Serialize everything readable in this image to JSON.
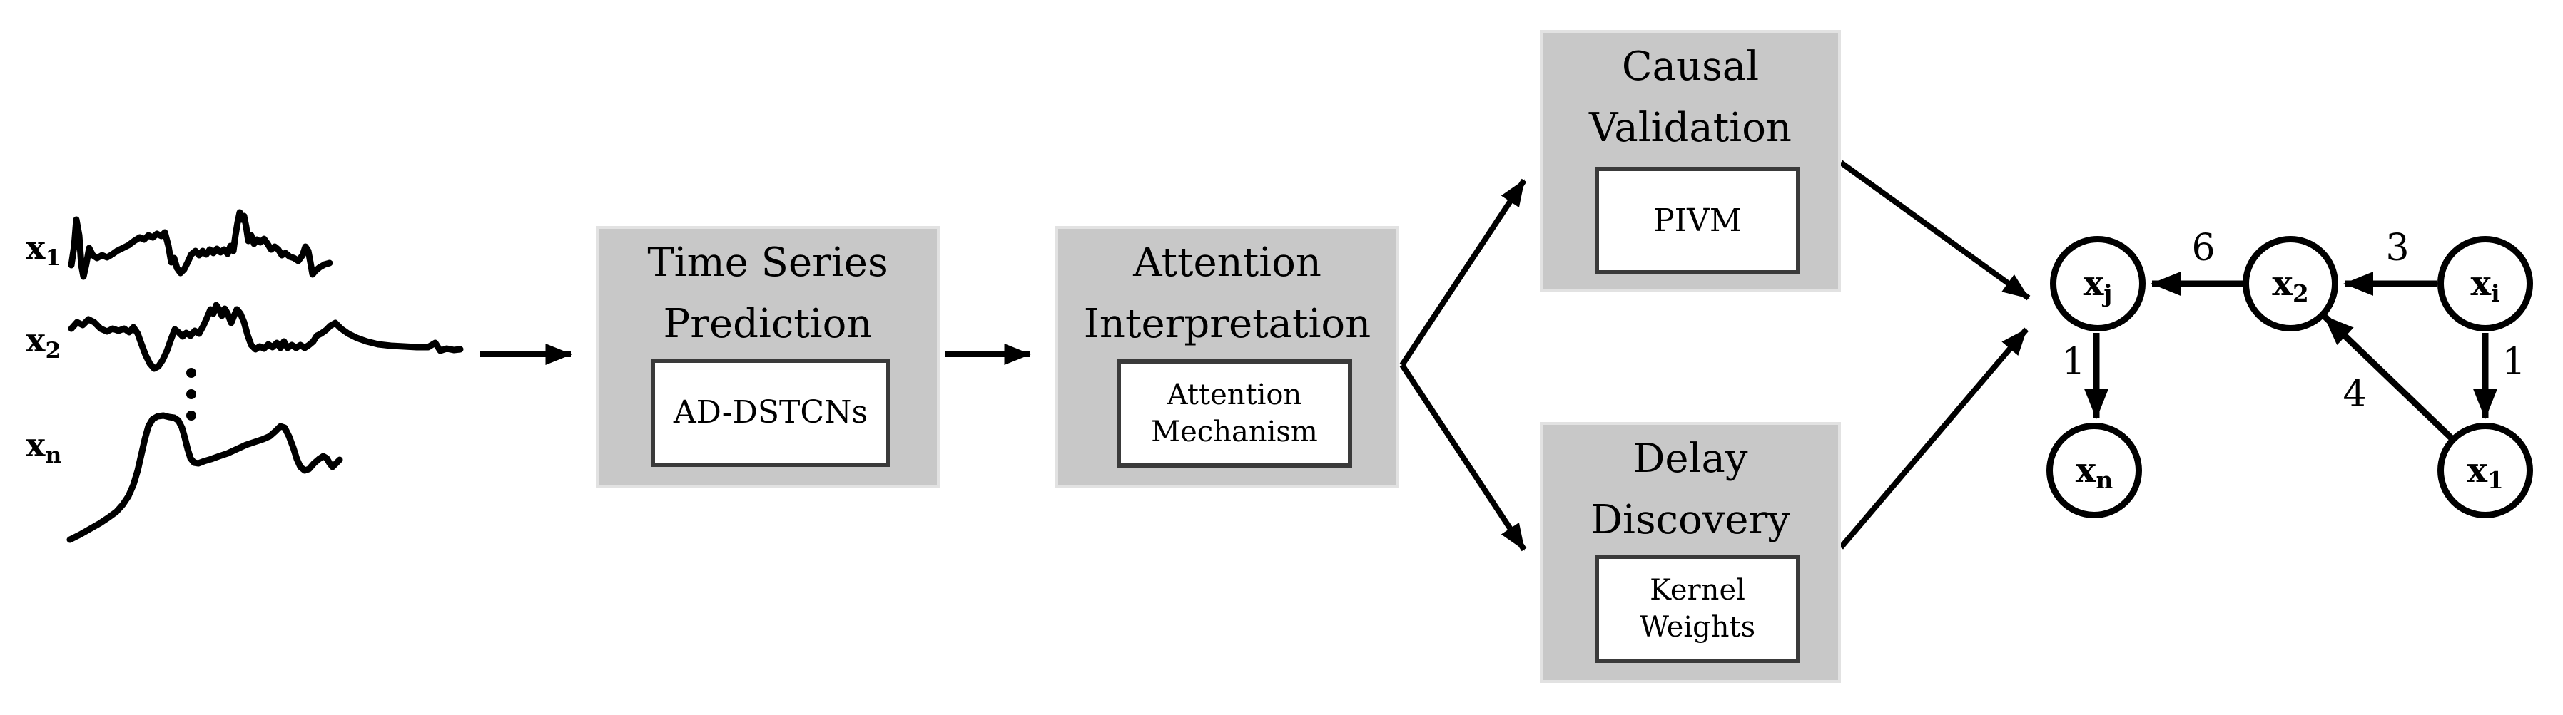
{
  "series_panel": {
    "series": [
      {
        "base": "x",
        "sub": "1"
      },
      {
        "base": "x",
        "sub": "2"
      },
      {
        "base": "x",
        "sub": "n"
      }
    ]
  },
  "boxes": {
    "time_series_prediction": {
      "title_line1": "Time Series",
      "title_line2": "Prediction",
      "inner_label": "AD-DSTCNs"
    },
    "attention_interpretation": {
      "title_line1": "Attention",
      "title_line2": "Interpretation",
      "inner_line1": "Attention",
      "inner_line2": "Mechanism"
    },
    "causal_validation": {
      "title_line1": "Causal",
      "title_line2": "Validation",
      "inner_label": "PIVM"
    },
    "delay_discovery": {
      "title_line1": "Delay",
      "title_line2": "Discovery",
      "inner_line1": "Kernel",
      "inner_line2": "Weights"
    }
  },
  "graph": {
    "nodes": [
      {
        "id": "xj",
        "base": "x",
        "sub": "j"
      },
      {
        "id": "x2",
        "base": "x",
        "sub": "2"
      },
      {
        "id": "xi",
        "base": "x",
        "sub": "i"
      },
      {
        "id": "xn",
        "base": "x",
        "sub": "n"
      },
      {
        "id": "x1",
        "base": "x",
        "sub": "1"
      }
    ],
    "edges": [
      {
        "from": "x2",
        "to": "xj",
        "weight": "6"
      },
      {
        "from": "xi",
        "to": "x2",
        "weight": "3"
      },
      {
        "from": "xj",
        "to": "xn",
        "weight": "1"
      },
      {
        "from": "xi",
        "to": "x1",
        "weight": "1"
      },
      {
        "from": "x1",
        "to": "x2",
        "weight": "4"
      }
    ]
  },
  "colors": {
    "background": "#ffffff",
    "box_fill": "#c8c8c8",
    "box_border": "#e2e2e2",
    "inner_box_border": "#3a3a3a",
    "line": "#000000"
  }
}
